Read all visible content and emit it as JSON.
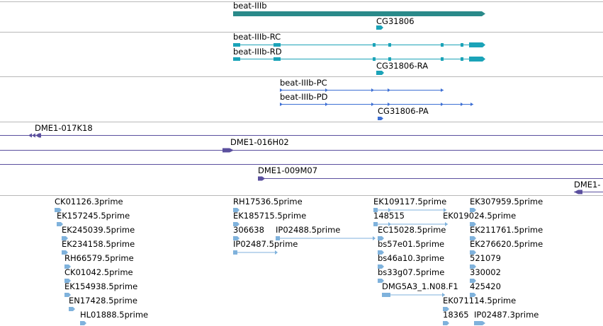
{
  "colors": {
    "gene": "#2a8a8a",
    "mrna": "#1ba3b8",
    "cdna": "#3d6fd4",
    "clone": "#5a4f9e",
    "est": "#7fb2dc",
    "separator": "#b8b8b8"
  },
  "tracks": {
    "genes": [
      {
        "name": "beat-IIIb"
      },
      {
        "name": "CG31806"
      }
    ],
    "transcripts": [
      {
        "name": "beat-IIIb-RC"
      },
      {
        "name": "beat-IIIb-RD"
      },
      {
        "name": "CG31806-RA"
      }
    ],
    "proteins": [
      {
        "name": "beat-IIIb-PC"
      },
      {
        "name": "beat-IIIb-PD"
      },
      {
        "name": "CG31806-PA"
      }
    ],
    "clones": [
      {
        "name": "DME1-017K18"
      },
      {
        "name": "DME1-016H02"
      },
      {
        "name": "DME1-009M07"
      },
      {
        "name": "DME1-"
      }
    ],
    "ests": [
      {
        "name": "CK01126.3prime"
      },
      {
        "name": "EK157245.5prime"
      },
      {
        "name": "EK245039.5prime"
      },
      {
        "name": "EK234158.5prime"
      },
      {
        "name": "RH66579.5prime"
      },
      {
        "name": "CK01042.5prime"
      },
      {
        "name": "EK154938.5prime"
      },
      {
        "name": "EN17428.5prime"
      },
      {
        "name": "HL01888.5prime"
      },
      {
        "name": "RH17536.5prime"
      },
      {
        "name": "EK185715.5prime"
      },
      {
        "name": "306638"
      },
      {
        "name": "IP02488.5prime"
      },
      {
        "name": "IP02487.5prime"
      },
      {
        "name": "EK109117.5prime"
      },
      {
        "name": "148515"
      },
      {
        "name": "EK019024.5prime"
      },
      {
        "name": "EC15028.5prime"
      },
      {
        "name": "bs57e01.5prime"
      },
      {
        "name": "bs46a10.3prime"
      },
      {
        "name": "bs33g07.5prime"
      },
      {
        "name": "DMG5A3_1.N08.F1"
      },
      {
        "name": "EK071114.5prime"
      },
      {
        "name": "18365"
      },
      {
        "name": "IP02487.3prime"
      },
      {
        "name": "EK307959.5prime"
      },
      {
        "name": "EK211761.5prime"
      },
      {
        "name": "EK276620.5prime"
      },
      {
        "name": "521079"
      },
      {
        "name": "330002"
      },
      {
        "name": "425420"
      }
    ]
  }
}
